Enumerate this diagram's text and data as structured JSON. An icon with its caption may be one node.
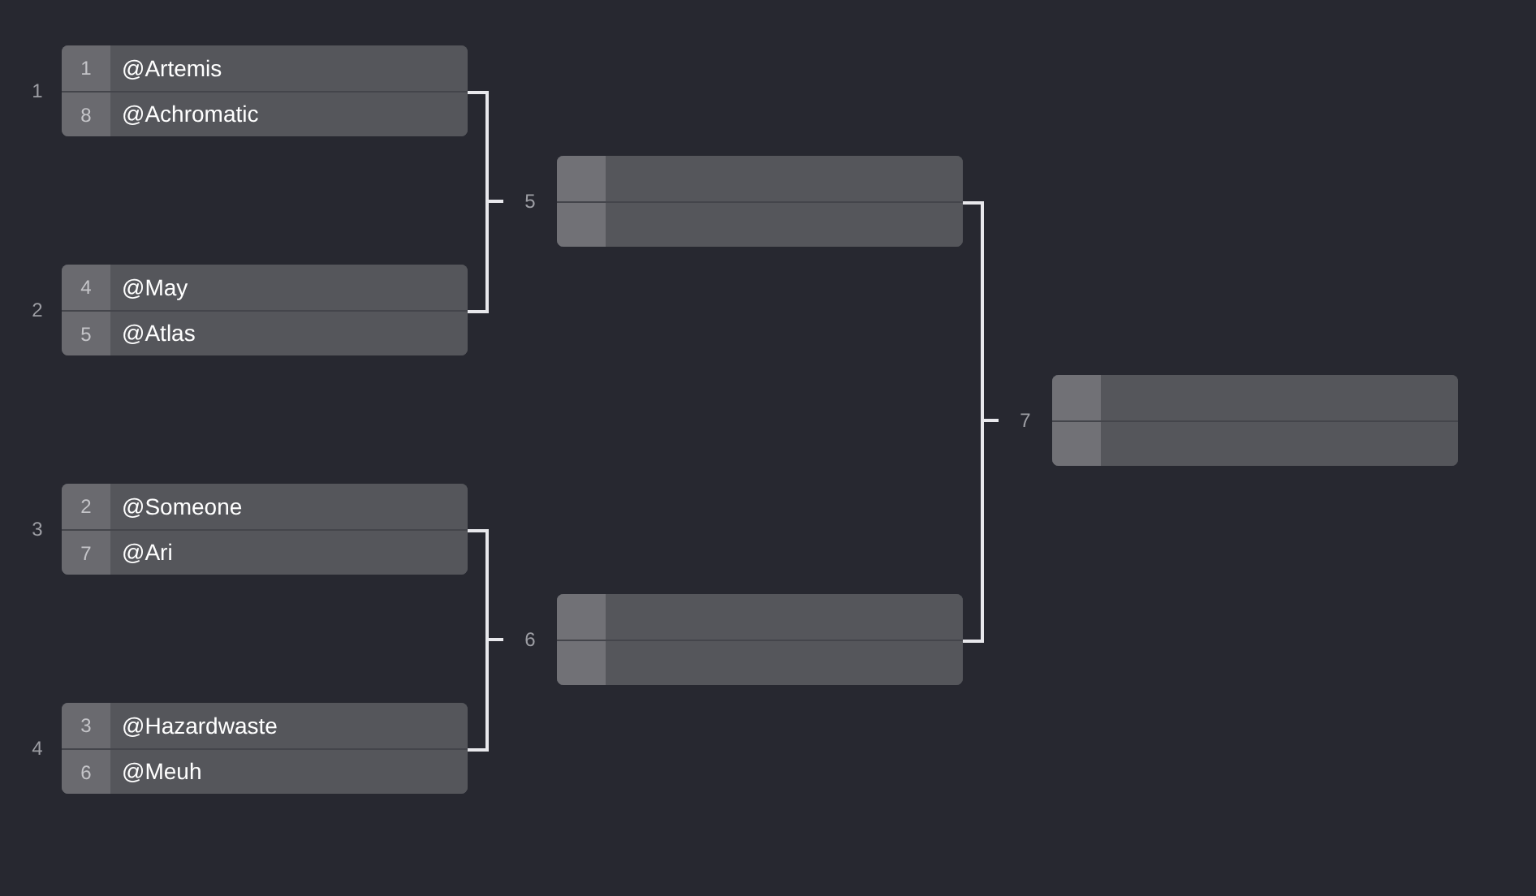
{
  "diagram": {
    "nodes": [
      {
        "text": [],
        "shape": "box",
        "beside": [
          "1"
        ]
      },
      {
        "text": [
          "1",
          "@Artemis"
        ],
        "in": 0
      },
      {
        "text": [
          "8",
          "@Achromatic"
        ],
        "in": 0
      },
      {
        "text": [],
        "shape": "box",
        "beside": [
          "2"
        ]
      },
      {
        "text": [
          "4",
          "@May"
        ],
        "in": 3
      },
      {
        "text": [
          "5",
          "@Atlas"
        ],
        "in": 3
      },
      {
        "text": [],
        "shape": "box",
        "beside": [
          "3"
        ]
      },
      {
        "text": [
          "2",
          "@Someone"
        ],
        "in": 6
      },
      {
        "text": [
          "7",
          "@Ari"
        ],
        "in": 6
      },
      {
        "text": [],
        "shape": "box",
        "beside": [
          "4"
        ]
      },
      {
        "text": [
          "3",
          "@Hazardwaste"
        ],
        "in": 9
      },
      {
        "text": [
          "6",
          "@Meuh"
        ],
        "in": 9
      },
      {
        "text": [],
        "shape": "box",
        "beside": [
          "5"
        ]
      },
      {
        "text": [],
        "shape": "bar",
        "in": 12
      },
      {
        "text": [],
        "shape": "bar",
        "in": 12
      },
      {
        "text": [],
        "shape": "box",
        "beside": [
          "6"
        ]
      },
      {
        "text": [],
        "shape": "bar",
        "in": 15
      },
      {
        "text": [],
        "shape": "bar",
        "in": 15
      },
      {
        "text": [],
        "shape": "box",
        "beside": [
          "7"
        ]
      },
      {
        "text": [],
        "shape": "bar",
        "in": 18
      },
      {
        "text": [],
        "shape": "bar",
        "in": 18
      }
    ],
    "edges": [
      {
        "from": 0,
        "to": 12,
        "arrow": "none"
      },
      {
        "from": 3,
        "to": 12,
        "arrow": "none"
      },
      {
        "from": 6,
        "to": 15,
        "arrow": "none"
      },
      {
        "from": 9,
        "to": 15,
        "arrow": "none"
      },
      {
        "from": 12,
        "to": 18,
        "arrow": "none"
      },
      {
        "from": 15,
        "to": 18,
        "arrow": "none"
      }
    ]
  }
}
